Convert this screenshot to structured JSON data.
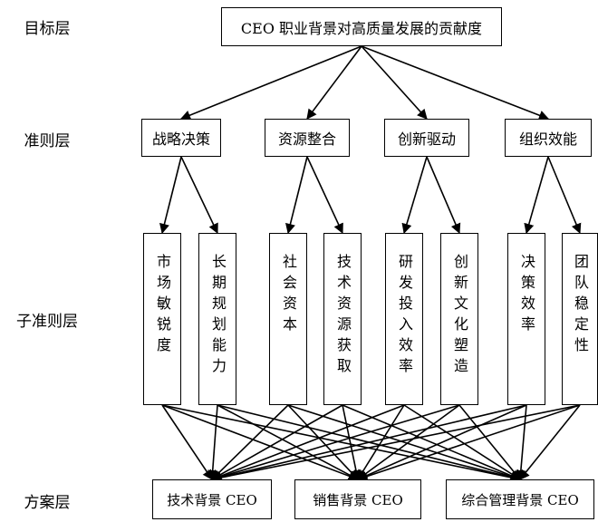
{
  "levels": {
    "goal": "目标层",
    "criteria": "准则层",
    "sub_criteria": "子准则层",
    "plan": "方案层"
  },
  "goal": "CEO 职业背景对高质量发展的贡献度",
  "criteria": [
    "战略决策",
    "资源整合",
    "创新驱动",
    "组织效能"
  ],
  "sub_criteria": [
    "市场敏锐度",
    "长期规划能力",
    "社会资本",
    "技术资源获取",
    "研发投入效率",
    "创新文化塑造",
    "决策效率",
    "团队稳定性"
  ],
  "plans": [
    "技术背景 CEO",
    "销售背景 CEO",
    "综合管理背景 CEO"
  ],
  "colors": {
    "line": "#000000",
    "box_border": "#000000",
    "background": "#ffffff"
  }
}
